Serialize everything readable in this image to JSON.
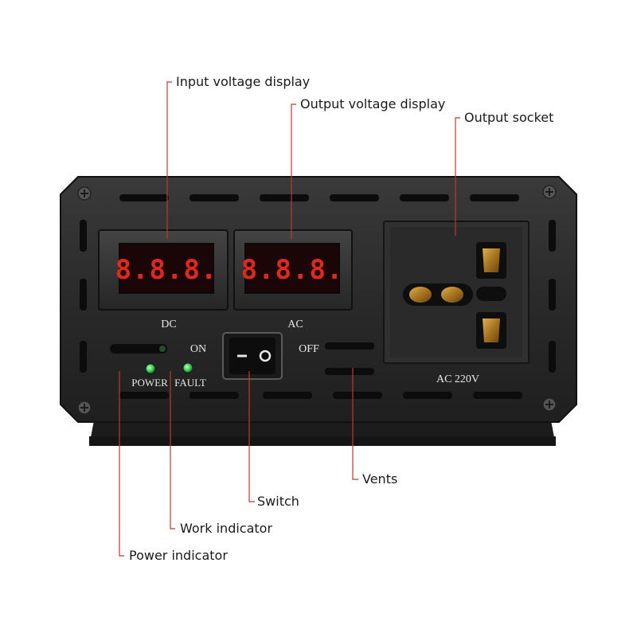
{
  "callouts": {
    "input_voltage_display": "Input voltage display",
    "output_voltage_display": "Output voltage display",
    "output_socket": "Output socket",
    "vents": "Vents",
    "switch": "Switch",
    "work_indicator": "Work indicator",
    "power_indicator": "Power indicator"
  },
  "panel": {
    "dc_label": "DC",
    "ac_label": "AC",
    "on_label": "ON",
    "off_label": "OFF",
    "power_led_label": "POWER",
    "fault_led_label": "FAULT",
    "socket_rating": "AC 220V"
  },
  "displays": {
    "dc_digits": "8.8.8.",
    "ac_digits": "8.8.8."
  },
  "colors": {
    "leader_line": "#c0392b",
    "led_green": "#3ecf4a",
    "display_red": "#e0281e",
    "body": "#2b2b2b",
    "socket_metal": "#b8862a"
  }
}
